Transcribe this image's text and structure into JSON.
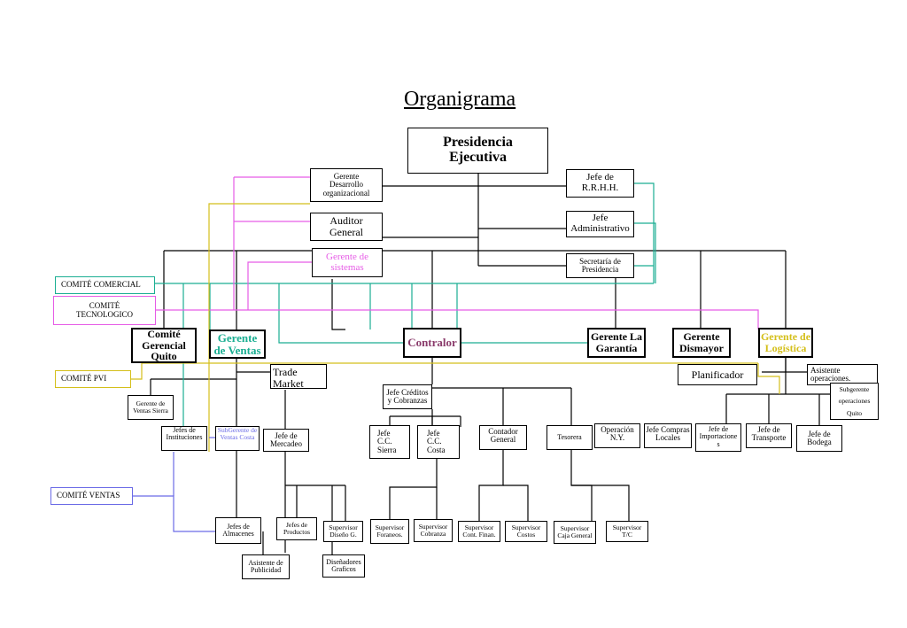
{
  "title": "Organigrama",
  "colors": {
    "black": "#000000",
    "teal": "#1aae92",
    "magenta": "#e65ce6",
    "yellow": "#d4bf1a",
    "blue": "#6a6ae6",
    "contralor_text": "#8a3b6b"
  },
  "nodes": {
    "presidencia": "Presidencia\nEjecutiva",
    "gerente_desarrollo": "Gerente\nDesarrollo\norganizacional",
    "auditor": "Auditor\nGeneral",
    "gerente_sistemas": "Gerente de\nsistemas",
    "jefe_rrhh": "Jefe de\nR.R.H.H.",
    "jefe_administrativo": "Jefe\nAdministrativo",
    "secretaria": "Secretaría de\nPresidencia",
    "comite_gerencial": "Comité\nGerencial\nQuito",
    "gerente_ventas": "Gerente\nde Ventas",
    "contralor": "Contralor",
    "gerente_garantia": "Gerente La\nGarantía",
    "gerente_dismayor": "Gerente\nDismayor",
    "gerente_logistica": "Gerente de\nLogística",
    "trade_market": "Trade\nMarket",
    "planificador": "Planificador",
    "asistente_operaciones": "Asistente\noperaciones.",
    "subgerente_operaciones": "Subgerente\noperaciones\nQuito",
    "gerente_ventas_sierra": "Gerente de\nVentas Sierra",
    "jefes_instituciones": "Jefes de\nInstituciones",
    "subgerente_ventas_costa": "SubGerente de\nVentas Costa",
    "jefe_mercadeo": "Jefe de\nMercadeo",
    "jefe_creditos": "Jefe Créditos\ny Cobranzas",
    "jefe_cc_sierra": "Jefe\nC.C.\nSierra",
    "jefe_cc_costa": "Jefe\nC.C.\nCosta",
    "contador_general": "Contador\nGeneral",
    "tesorera": "Tesorera",
    "operacion_ny": "Operación\nN.Y.",
    "jefe_compras": "Jefe Compras\nLocales",
    "jefe_importaciones": "Jefe de\nImportacione\ns",
    "jefe_transporte": "Jefe de\nTransporte",
    "jefe_bodega": "Jefe de\nBodega",
    "jefes_almacenes": "Jefes de\nAlmacenes",
    "jefes_productos": "Jefes de\nProductos",
    "supervisor_diseno": "Supervisor\nDiseño G.",
    "asistente_publicidad": "Asistente de\nPublicidad",
    "disenadores": "Diseñadores\nGraficos",
    "supervisor_foraneos": "Supervisor\nForaneos.",
    "supervisor_cobranza": "Supervisor\nCobranza",
    "supervisor_cont_finan": "Supervisor\nCont. Finan.",
    "supervisor_costos": "Supervisor\nCostos",
    "supervisor_caja": "Supervisor\nCaja General",
    "supervisor_tc": "Supervisor\nT/C"
  },
  "committees": {
    "comercial": "COMITÉ COMERCIAL",
    "tecnologico": "COMITÉ\nTECNOLOGICO",
    "pvi": "COMITÉ PVI",
    "ventas": "COMITÉ VENTAS"
  }
}
